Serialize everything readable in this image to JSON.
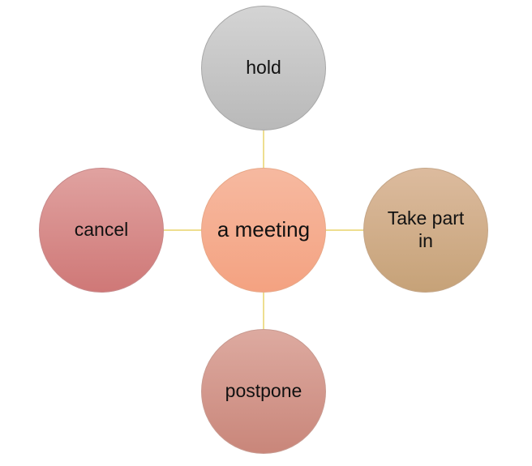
{
  "diagram": {
    "center": {
      "label": "a meeting"
    },
    "top": {
      "label": "hold"
    },
    "left": {
      "label": "cancel"
    },
    "right": {
      "label": "Take part in"
    },
    "bottom": {
      "label": "postpone"
    }
  },
  "colors": {
    "connector": "#e8d36a",
    "top_fill": "#c8c8c8",
    "left_fill": "#d88d8c",
    "center_fill": "#f5ad90",
    "right_fill": "#d2ae8b",
    "bottom_fill": "#d3988c"
  }
}
